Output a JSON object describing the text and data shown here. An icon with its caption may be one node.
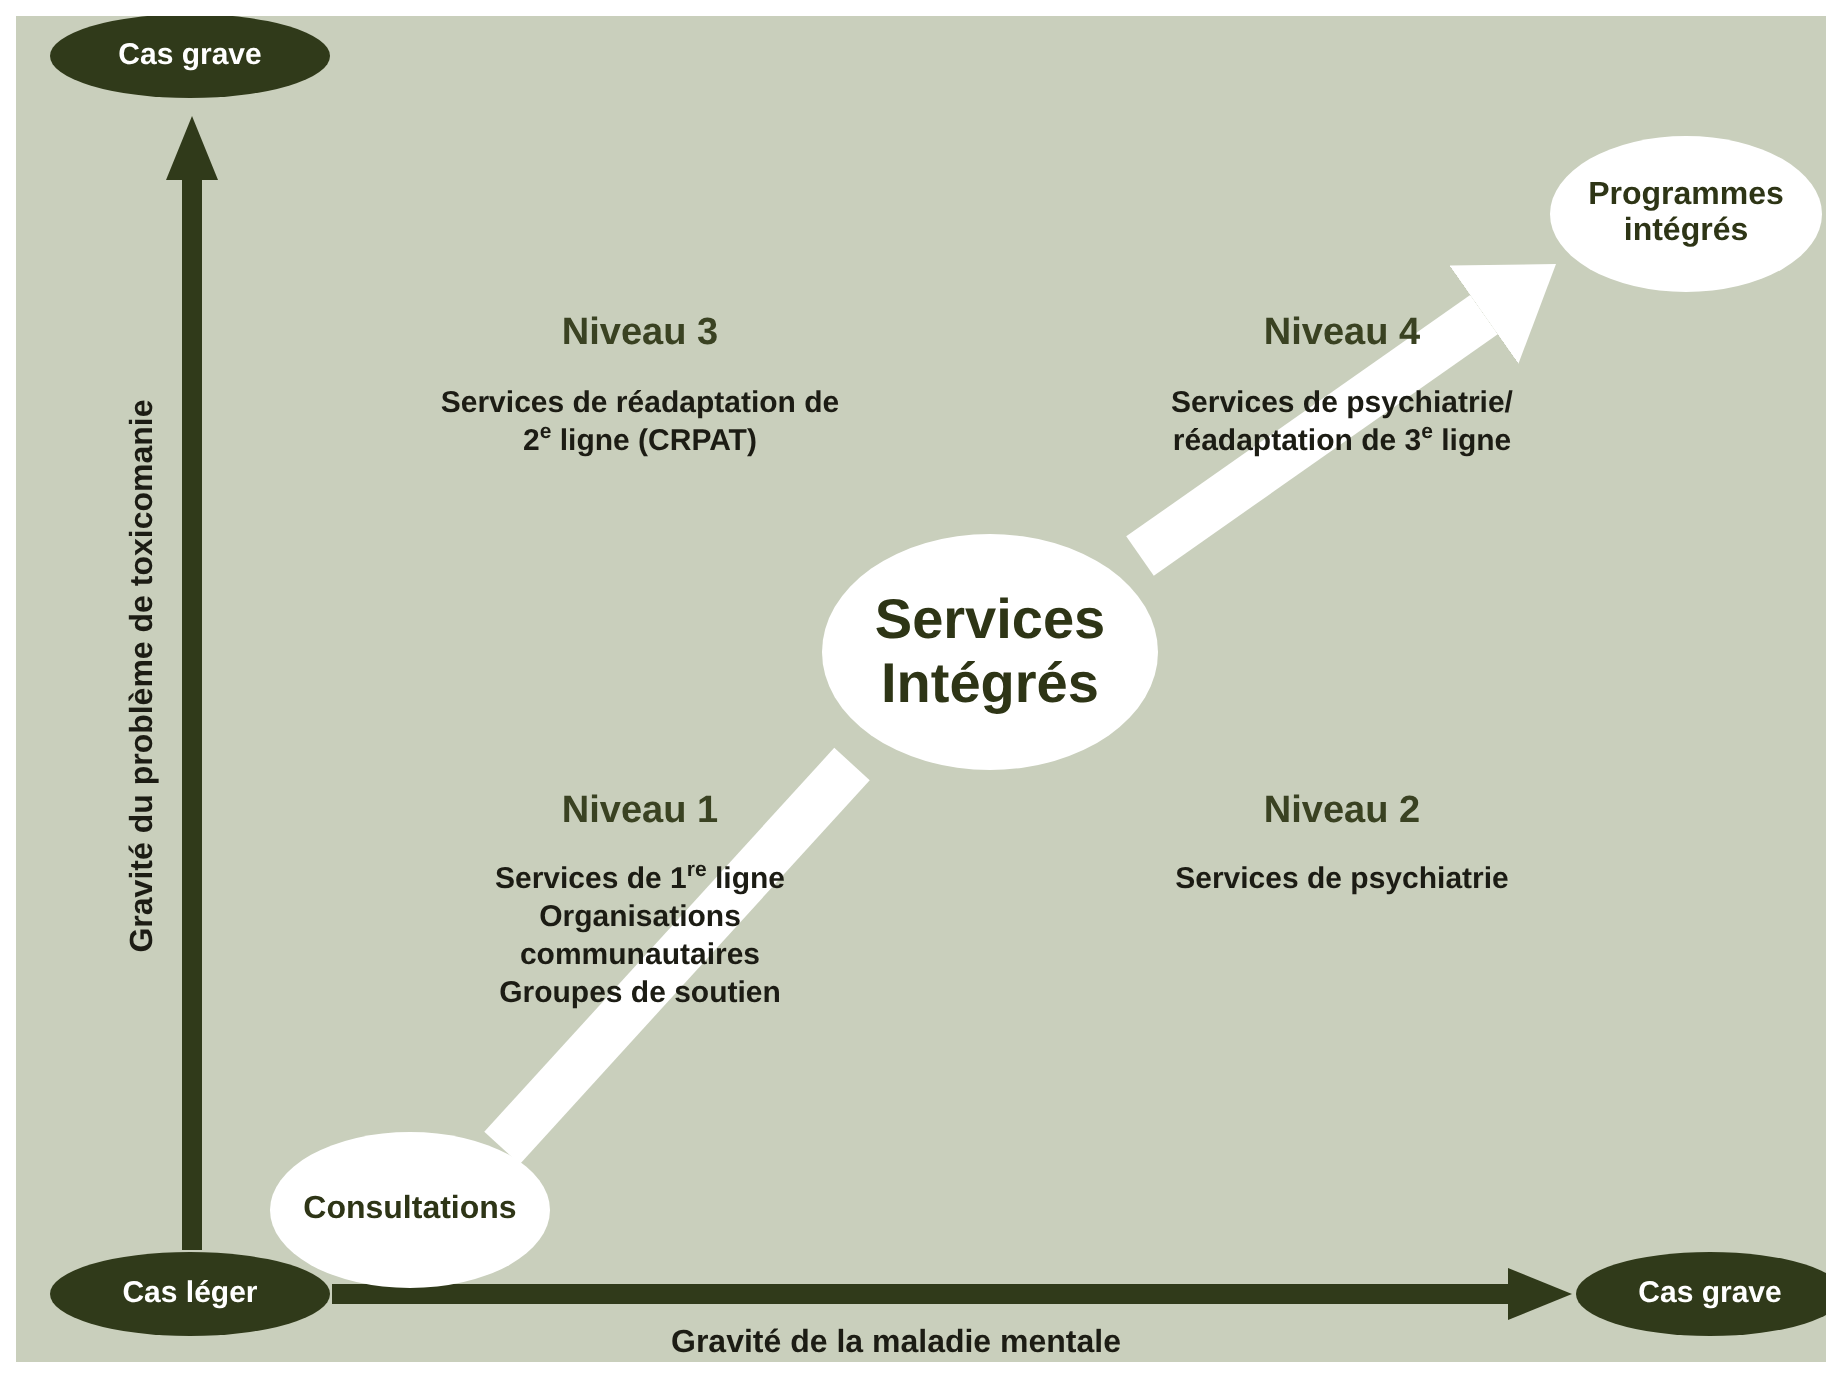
{
  "diagram": {
    "nodes": [
      {
        "text": [
          "Cas grave"
        ]
      },
      {
        "text": [
          "Cas léger"
        ]
      },
      {
        "text": [
          "Cas grave"
        ]
      },
      {
        "text": [
          "Consultations"
        ]
      },
      {
        "text": [
          "Services Intégrés"
        ]
      },
      {
        "text": [
          "Programmes intégrés"
        ]
      }
    ],
    "edges": [
      {
        "from": 1,
        "to": 0,
        "arrow": "to",
        "label": "Gravité du problème de toxicomanie"
      },
      {
        "from": 1,
        "to": 2,
        "arrow": "to",
        "label": "Gravité de la maladie mentale"
      },
      {
        "from": 3,
        "to": 4,
        "arrow": "none",
        "color": "#ffffff",
        "style": "thick"
      },
      {
        "from": 4,
        "to": 5,
        "arrow": "to",
        "color": "#ffffff",
        "style": "thick"
      }
    ],
    "labels": [
      "Niveau 3",
      "Services de réadaptation de 2$^{e}$ ligne (CRPAT)",
      "Niveau 4",
      "Services de psychiatrie/ réadaptation de 3$^{e}$ ligne",
      "Niveau 1",
      "Services de 1$^{re}$ ligne",
      "Organisations communautaires",
      "Groupes de soutien",
      "Niveau 2",
      "Services de psychiatrie"
    ]
  }
}
